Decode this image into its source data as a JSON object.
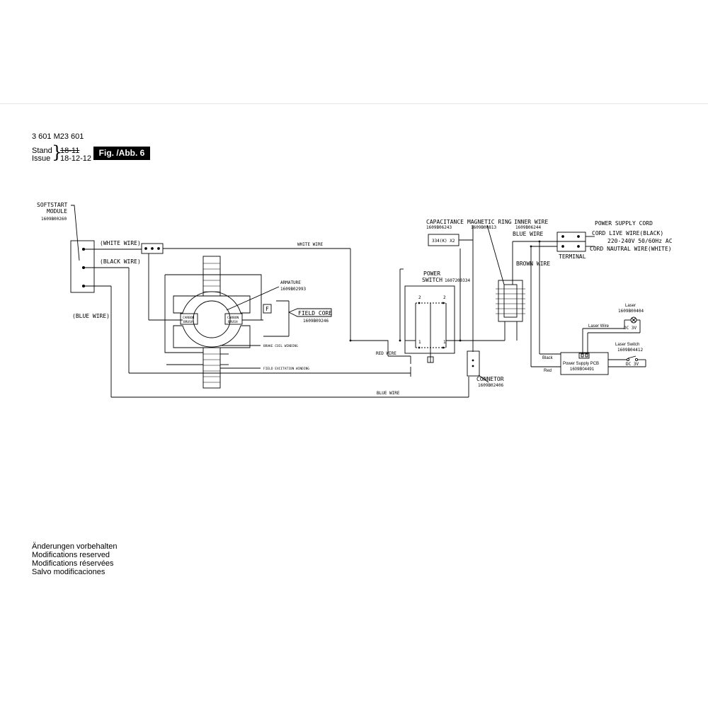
{
  "header": {
    "part_number": "3 601 M23 601",
    "stand_label": "Stand",
    "issue_label": "Issue",
    "stand_date": "18-11",
    "issue_date": "18-12-12",
    "figure_label": "Fig. /Abb. 6"
  },
  "footer": {
    "lines": [
      "Änderungen vorbehalten",
      "Modifications reserved",
      "Modifications réservées",
      "Salvo modificaciones"
    ]
  },
  "diagram": {
    "softstart_line1": "SOFTSTART",
    "softstart_line2": "MODULE",
    "softstart_code": "1609B00260",
    "white_wire_left": "(WHITE WIRE)",
    "black_wire_left": "(BLACK WIRE)",
    "blue_wire_left": "(BLUE WIRE)",
    "white_wire_top": "WHITE WIRE",
    "armature": "ARMATURE",
    "armature_code": "1609B02993",
    "carbon_brush": "CARBON",
    "brush": "BRUSH",
    "f_box": "F",
    "field_core": "FIELD CORE",
    "field_core_code": "1609B09246",
    "brake_coil": "BRAKE COIL WINDING",
    "field_excitation": "FIELD EXCITATION WINDING",
    "red_wire": "RED WIRE",
    "blue_wire_bottom": "BLUE WIRE",
    "capacitance": "CAPACITANCE",
    "capacitance_code": "1609B06243",
    "cap_value": "334(K) X2",
    "magnetic_ring": "MAGNETIC RING",
    "magnetic_ring_code": "1609B00813",
    "inner_wire": "INNER WIRE",
    "inner_wire_code": "1609B06244",
    "blue_wire_right": "BLUE WIRE",
    "brown_wire": "BROWN WIRE",
    "power_switch_1": "POWER",
    "power_switch_2": "SWITCH",
    "power_switch_code": "1607200334",
    "sw_2": "2",
    "sw_1": "1",
    "connector": "CONNETOR",
    "connector_code": "1609B02406",
    "power_supply_cord": "POWER SUPPLY CORD",
    "cord_live": "CORD LIVE WIRE(BLACK)",
    "voltage": "220-240V 50/60Hz AC",
    "cord_neutral": "CORD NAUTRAL WIRE(WHITE)",
    "terminal": "TERMINAL",
    "laser": "Laser",
    "laser_code": "1609B00404",
    "laser_wire": "Laser Wire",
    "dc3v": "DC 3V",
    "laser_switch": "Laser Switch",
    "laser_switch_code": "1609B04412",
    "black": "Black",
    "red": "Red",
    "pcb_1": "Power Supply PCB",
    "pcb_2": "1609B04491"
  }
}
